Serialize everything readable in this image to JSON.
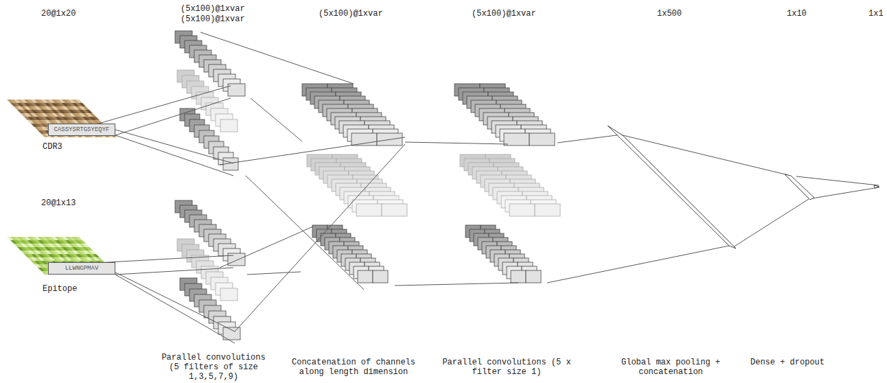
{
  "diagram": {
    "nodes": [
      {
        "text": [
          "CASSYSRTGSYEQYF"
        ]
      },
      {
        "text": [
          "LLWNGPMAV"
        ]
      }
    ],
    "labels": [
      "20@1x20",
      "(5x100)@1xvar",
      "(5x100)@1xvar",
      "(5x100)@1xvar",
      "(5x100)@1xvar",
      "1x500",
      "1x10",
      "1x1",
      "CDR3",
      "20@1x13",
      "Epitope",
      "Parallel convolutions (5 filters of size 1,3,5,7,9)",
      "Concatenation of channels along length dimension",
      "Parallel convolutions (5 x filter size 1)",
      "Global max pooling + concatenation",
      "Dense + dropout"
    ]
  }
}
